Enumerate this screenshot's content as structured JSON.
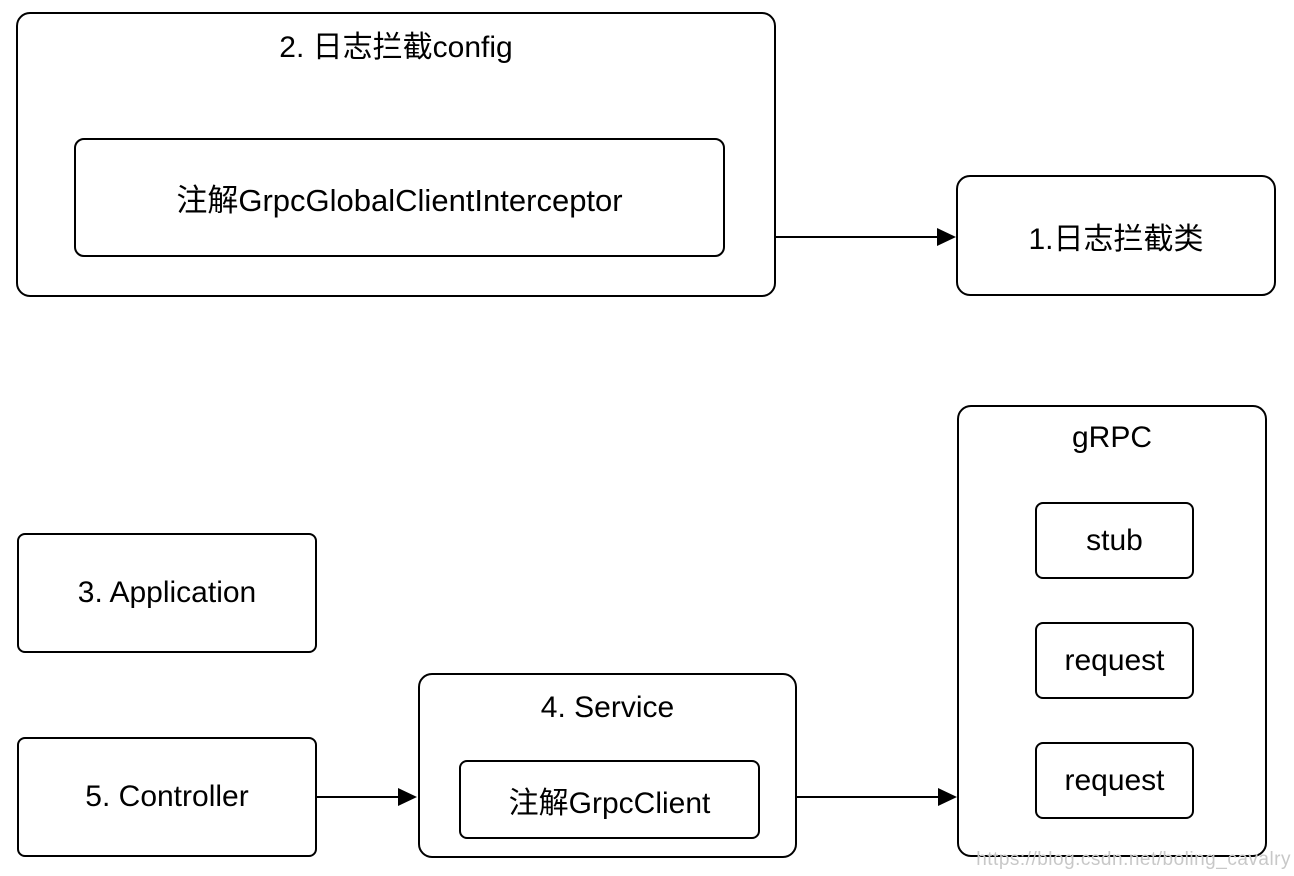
{
  "diagram": {
    "colors": {
      "border": "#000000",
      "text": "#000000",
      "background": "#ffffff",
      "watermark": "#c8c8c8"
    },
    "config_box": {
      "title": "2. 日志拦截config",
      "annotation": "注解GrpcGlobalClientInterceptor"
    },
    "log_class_box": {
      "label": "1.日志拦截类"
    },
    "application_box": {
      "label": "3. Application"
    },
    "controller_box": {
      "label": "5. Controller"
    },
    "service_box": {
      "title": "4. Service",
      "annotation": "注解GrpcClient"
    },
    "grpc_box": {
      "title": "gRPC",
      "items": [
        {
          "label": "stub"
        },
        {
          "label": "request"
        },
        {
          "label": "request"
        }
      ]
    },
    "arrows": [
      {
        "from": "config_box",
        "to": "log_class_box"
      },
      {
        "from": "controller_box",
        "to": "service_box"
      },
      {
        "from": "service_box",
        "to": "grpc_box"
      }
    ],
    "watermark": "https://blog.csdn.net/boling_cavalry"
  }
}
